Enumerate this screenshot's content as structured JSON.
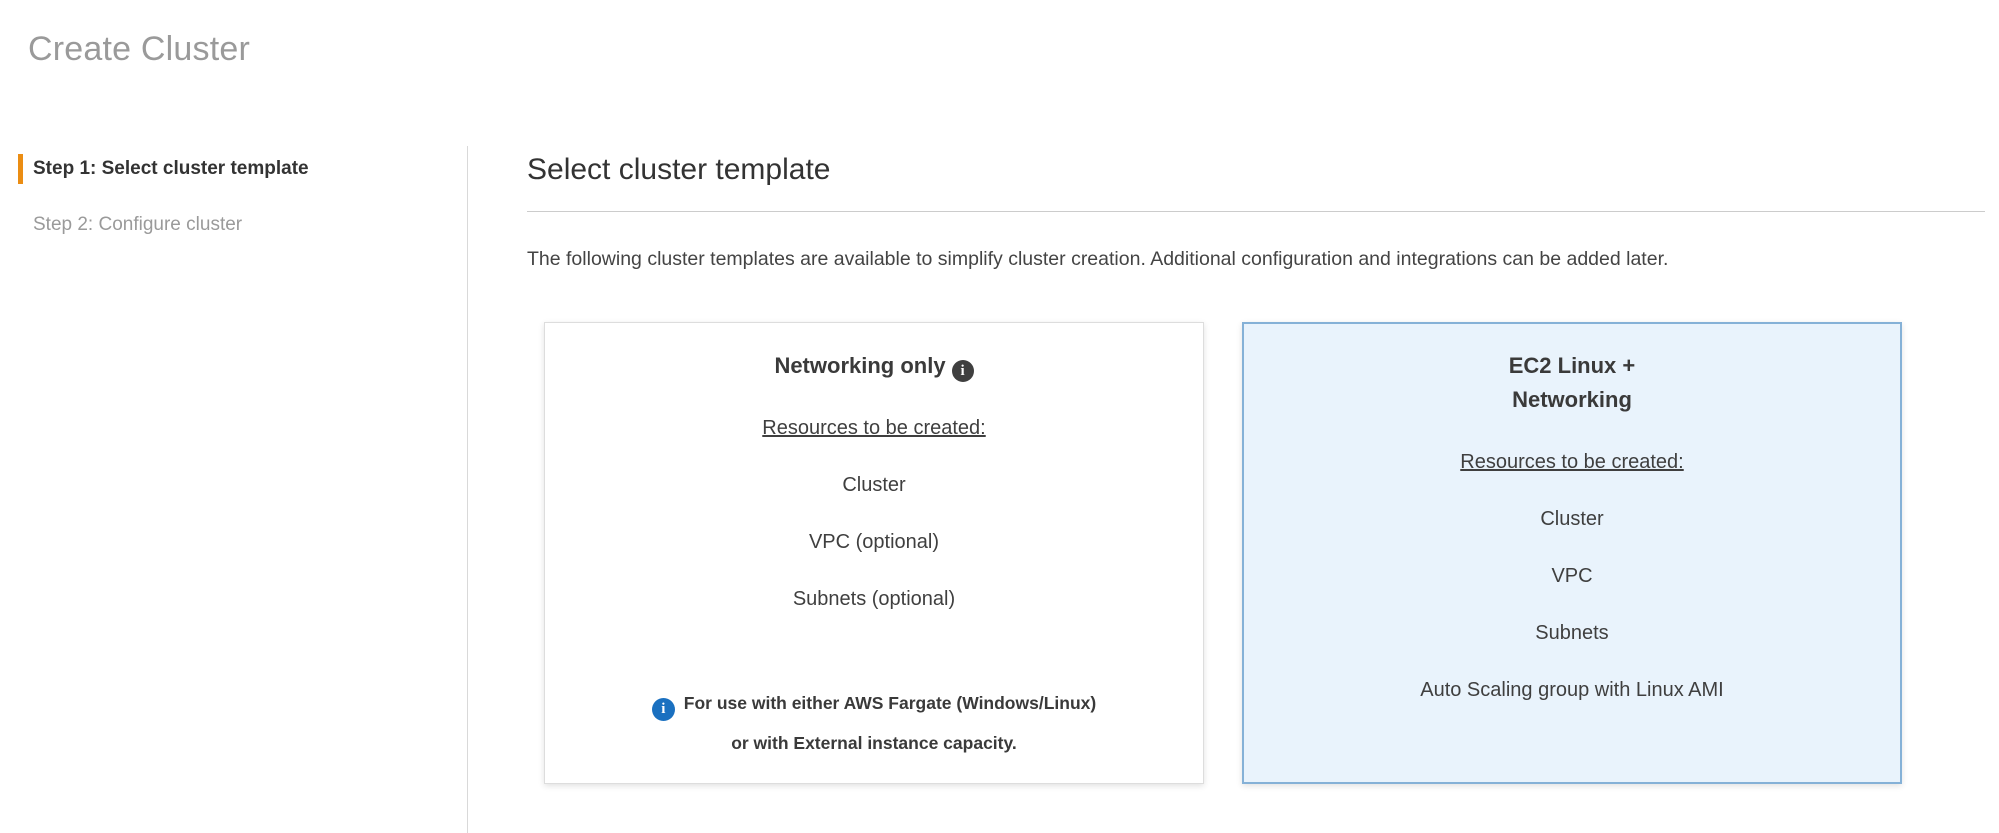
{
  "page": {
    "title": "Create Cluster"
  },
  "sidebar": {
    "steps": [
      {
        "label": "Step 1: Select cluster template",
        "active": true
      },
      {
        "label": "Step 2: Configure cluster",
        "active": false
      }
    ]
  },
  "main": {
    "heading": "Select cluster template",
    "description": "The following cluster templates are available to simplify cluster creation. Additional configuration and integrations can be added later.",
    "cards": [
      {
        "title": "Networking only",
        "has_title_info_icon": true,
        "resources_label": "Resources to be created:",
        "resources": [
          "Cluster",
          "VPC (optional)",
          "Subnets (optional)"
        ],
        "footnote": "For use with either AWS Fargate (Windows/Linux)\nor with External instance capacity.",
        "selected": false
      },
      {
        "title": "EC2 Linux +\nNetworking",
        "has_title_info_icon": false,
        "resources_label": "Resources to be created:",
        "resources": [
          "Cluster",
          "VPC",
          "Subnets",
          "Auto Scaling group with Linux AMI"
        ],
        "selected": true
      }
    ]
  },
  "icons": {
    "info_glyph": "i"
  },
  "colors": {
    "accent_orange": "#eb8d13",
    "selected_card_bg": "#e9f3fc",
    "selected_card_border": "#85b1d7",
    "info_blue": "#1a70c0",
    "muted_gray": "#9a9a9a"
  }
}
